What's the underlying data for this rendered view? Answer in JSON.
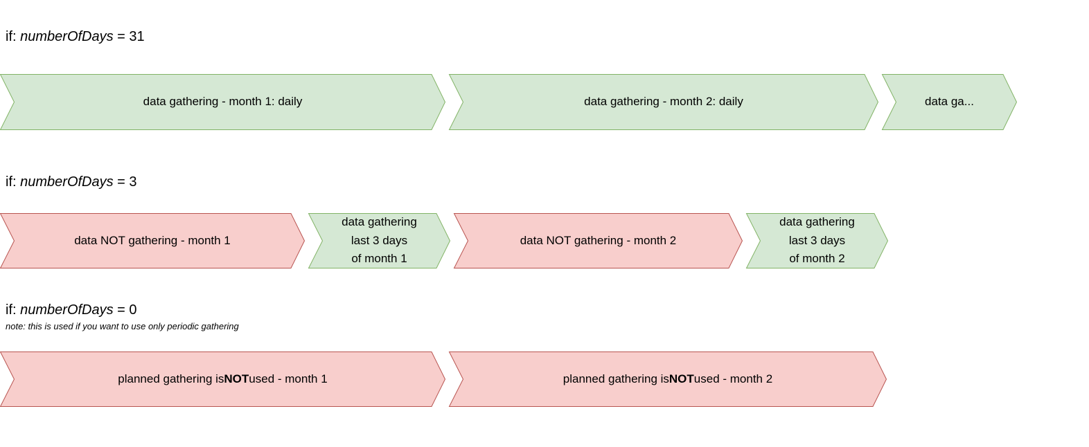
{
  "diagram": {
    "background": "#ffffff",
    "colors": {
      "green_fill": "#d5e8d4",
      "green_stroke": "#82b366",
      "red_fill": "#f8cecc",
      "red_stroke": "#b85450",
      "text": "#000000"
    },
    "sections": [
      {
        "condition": {
          "prefix": "if: ",
          "variable": "numberOfDays",
          "suffix": " = 31"
        },
        "arrows": [
          {
            "label": "data gathering - month 1: daily",
            "color": "green"
          },
          {
            "label": "data gathering - month 2: daily",
            "color": "green"
          },
          {
            "label": "data ga...",
            "color": "green"
          }
        ]
      },
      {
        "condition": {
          "prefix": "if: ",
          "variable": "numberOfDays",
          "suffix": " = 3"
        },
        "arrows": [
          {
            "label": "data NOT gathering - month 1",
            "color": "red"
          },
          {
            "label": "data gathering\nlast 3 days\nof month 1",
            "color": "green"
          },
          {
            "label": "data NOT gathering - month 2",
            "color": "red"
          },
          {
            "label": "data gathering\nlast 3 days\nof month 2",
            "color": "green"
          }
        ]
      },
      {
        "condition": {
          "prefix": "if: ",
          "variable": "numberOfDays",
          "suffix": " = 0"
        },
        "note": "note: this is used if you want to use only periodic gathering",
        "arrows": [
          {
            "label_prefix": "planned gathering is ",
            "label_bold": "NOT",
            "label_suffix": " used - month 1",
            "color": "red"
          },
          {
            "label_prefix": "planned gathering is ",
            "label_bold": "NOT",
            "label_suffix": " used - month 2",
            "color": "red"
          }
        ]
      }
    ]
  }
}
